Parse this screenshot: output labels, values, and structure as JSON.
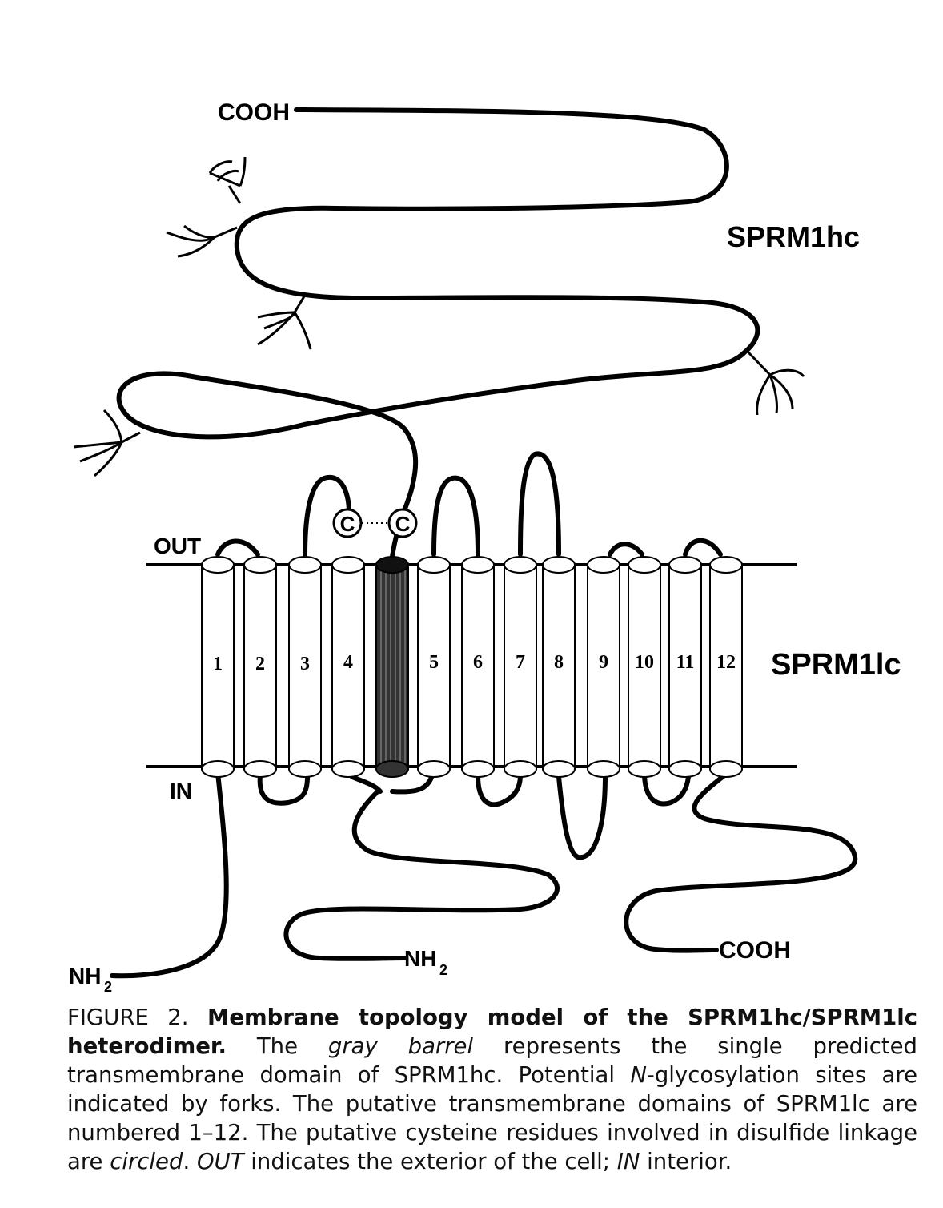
{
  "labels": {
    "cooh_top": "COOH",
    "sprm1hc": "SPRM1hc",
    "sprm1lc": "SPRM1lc",
    "out": "OUT",
    "in": "IN",
    "nh2_left": "NH",
    "nh2_left_sub": "2",
    "nh2_mid": "NH",
    "nh2_mid_sub": "2",
    "cooh_bottom": "COOH",
    "cysteine": "C"
  },
  "tm_numbers": [
    "1",
    "2",
    "3",
    "4",
    "5",
    "6",
    "7",
    "8",
    "9",
    "10",
    "11",
    "12"
  ],
  "caption": {
    "fig": "FIGURE 2.",
    "title": "Membrane topology model of the SPRM1hc/SPRM1lc heterodimer.",
    "t1": "The",
    "i1": "gray barrel",
    "t2": "represents the single predicted transmembrane domain of SPRM1hc. Potential",
    "i2": "N",
    "t3": "-glycosylation sites are indicated by forks. The putative transmembrane domains of SPRM1lc are numbered 1–12. The putative cysteine residues involved in disulfide linkage are",
    "i3": "circled",
    "t4": ".",
    "i4": "OUT",
    "t5": "indicates the exterior of the cell;",
    "i5": "IN",
    "t6": "interior."
  },
  "colors": {
    "line": "#000000",
    "barrel_fill": "#ffffff",
    "hc_barrel_fill": "#333333"
  }
}
